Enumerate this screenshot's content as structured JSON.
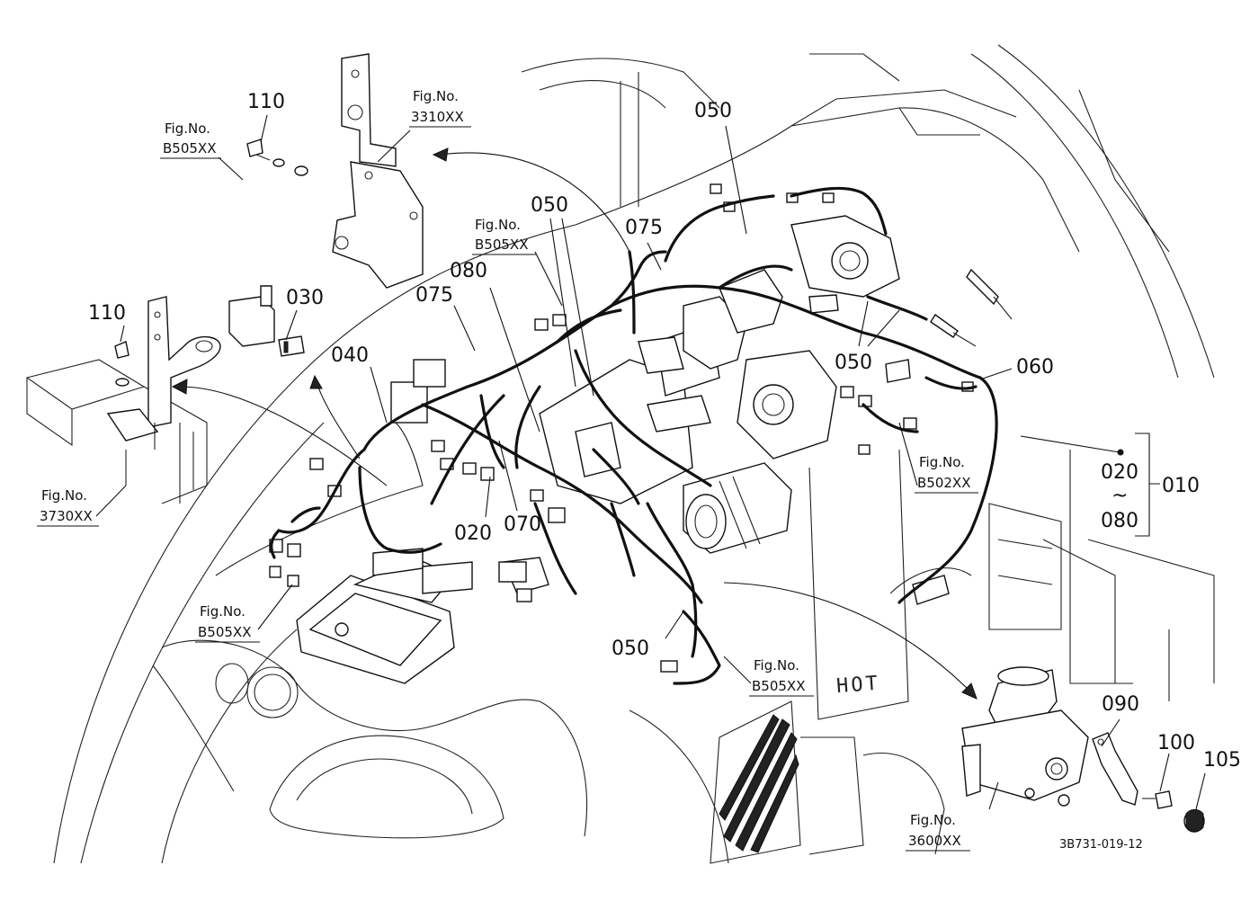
{
  "drawing_code": "3B731-019-12",
  "hot_text": "HOT",
  "fig_refs": [
    {
      "id": "fig-b505-tl",
      "line1": "Fig.No.",
      "line2": "B505XX"
    },
    {
      "id": "fig-3310",
      "line1": "Fig.No.",
      "line2": "3310XX"
    },
    {
      "id": "fig-b505-tc",
      "line1": "Fig.No.",
      "line2": "B505XX"
    },
    {
      "id": "fig-3730",
      "line1": "Fig.No.",
      "line2": "3730XX"
    },
    {
      "id": "fig-b505-bl",
      "line1": "Fig.No.",
      "line2": "B505XX"
    },
    {
      "id": "fig-b505-bc",
      "line1": "Fig.No.",
      "line2": "B505XX"
    },
    {
      "id": "fig-b502",
      "line1": "Fig.No.",
      "line2": "B502XX"
    },
    {
      "id": "fig-3600",
      "line1": "Fig.No.",
      "line2": "3600XX"
    }
  ],
  "callouts": {
    "c110a": "110",
    "c110b": "110",
    "c030": "030",
    "c040": "040",
    "c075a": "075",
    "c080": "080",
    "c050a": "050",
    "c075b": "075",
    "c050b": "050",
    "c050c": "050",
    "c060": "060",
    "c020a": "020",
    "c070": "070",
    "c050d": "050",
    "c090": "090",
    "c100": "100",
    "c105": "105"
  },
  "range_group": {
    "from": "020",
    "tilde": "~",
    "to": "080",
    "assembly": "010"
  }
}
